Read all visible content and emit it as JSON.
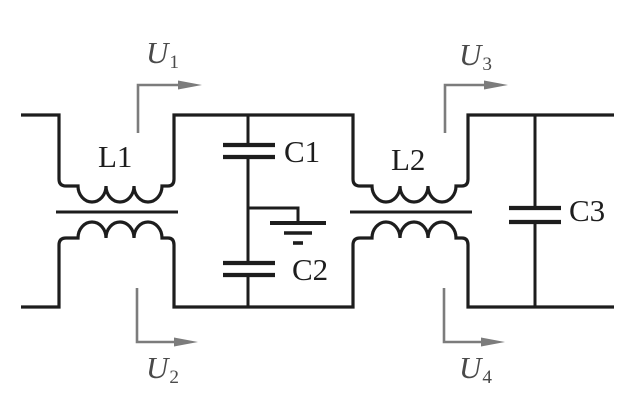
{
  "diagram": {
    "type": "circuit-schematic",
    "background": "#ffffff",
    "wire_color": "#1d1d1d",
    "arrow_color": "#7c7c7c",
    "components": {
      "l1": {
        "label": "L1"
      },
      "l2": {
        "label": "L2"
      },
      "c1": {
        "label": "C1"
      },
      "c2": {
        "label": "C2"
      },
      "c3": {
        "label": "C3"
      }
    },
    "voltages": {
      "u1": {
        "base": "U",
        "sub": "1"
      },
      "u2": {
        "base": "U",
        "sub": "2"
      },
      "u3": {
        "base": "U",
        "sub": "3"
      },
      "u4": {
        "base": "U",
        "sub": "4"
      }
    }
  }
}
